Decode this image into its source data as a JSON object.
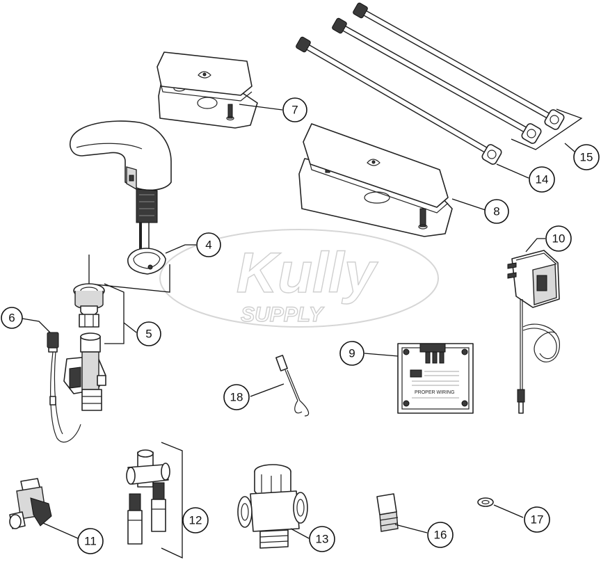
{
  "watermark": {
    "brand": "Kully",
    "sub": "SUPPLY",
    "color": "#cfcfcf"
  },
  "callouts": [
    {
      "id": "4",
      "label": "4"
    },
    {
      "id": "5",
      "label": "5"
    },
    {
      "id": "6",
      "label": "6"
    },
    {
      "id": "7",
      "label": "7"
    },
    {
      "id": "8",
      "label": "8"
    },
    {
      "id": "9",
      "label": "9"
    },
    {
      "id": "10",
      "label": "10"
    },
    {
      "id": "11",
      "label": "11"
    },
    {
      "id": "12",
      "label": "12"
    },
    {
      "id": "13",
      "label": "13"
    },
    {
      "id": "14",
      "label": "14"
    },
    {
      "id": "15",
      "label": "15"
    },
    {
      "id": "16",
      "label": "16"
    },
    {
      "id": "17",
      "label": "17"
    },
    {
      "id": "18",
      "label": "18"
    }
  ],
  "control_box_label": "PROPER WIRING"
}
